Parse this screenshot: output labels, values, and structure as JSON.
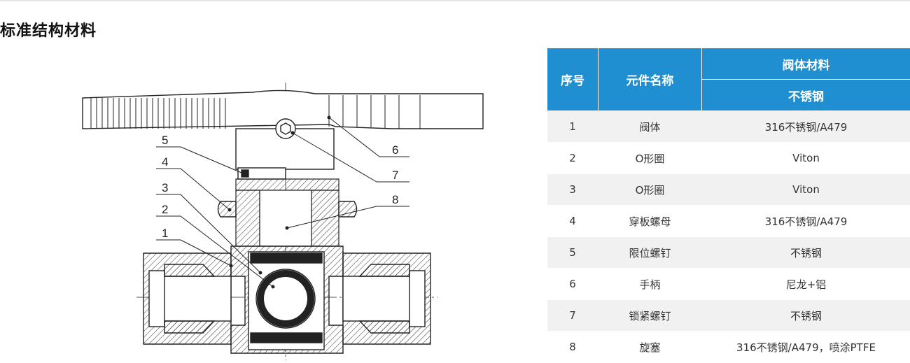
{
  "page": {
    "title": "标准结构材料"
  },
  "diagram": {
    "callouts": [
      "1",
      "2",
      "3",
      "4",
      "5",
      "6",
      "7",
      "8"
    ]
  },
  "table": {
    "headers": {
      "index": "序号",
      "part_name": "元件名称",
      "material_group": "阀体材料",
      "material_type": "不锈钢"
    },
    "rows": [
      {
        "no": "1",
        "part": "阀体",
        "material": "316不锈钢/A479"
      },
      {
        "no": "2",
        "part": "O形圈",
        "material": "Viton"
      },
      {
        "no": "3",
        "part": "O形圈",
        "material": "Viton"
      },
      {
        "no": "4",
        "part": "穿板螺母",
        "material": "316不锈钢/A479"
      },
      {
        "no": "5",
        "part": "限位螺钉",
        "material": "不锈钢"
      },
      {
        "no": "6",
        "part": "手柄",
        "material": "尼龙+铝"
      },
      {
        "no": "7",
        "part": "锁紧螺钉",
        "material": "不锈钢"
      },
      {
        "no": "8",
        "part": "旋塞",
        "material": "316不锈钢/A479，喷涂PTFE"
      }
    ]
  },
  "colors": {
    "header_bg": "#1f8fd1",
    "row_alt_bg": "#f1f1f1",
    "line": "#222222"
  }
}
